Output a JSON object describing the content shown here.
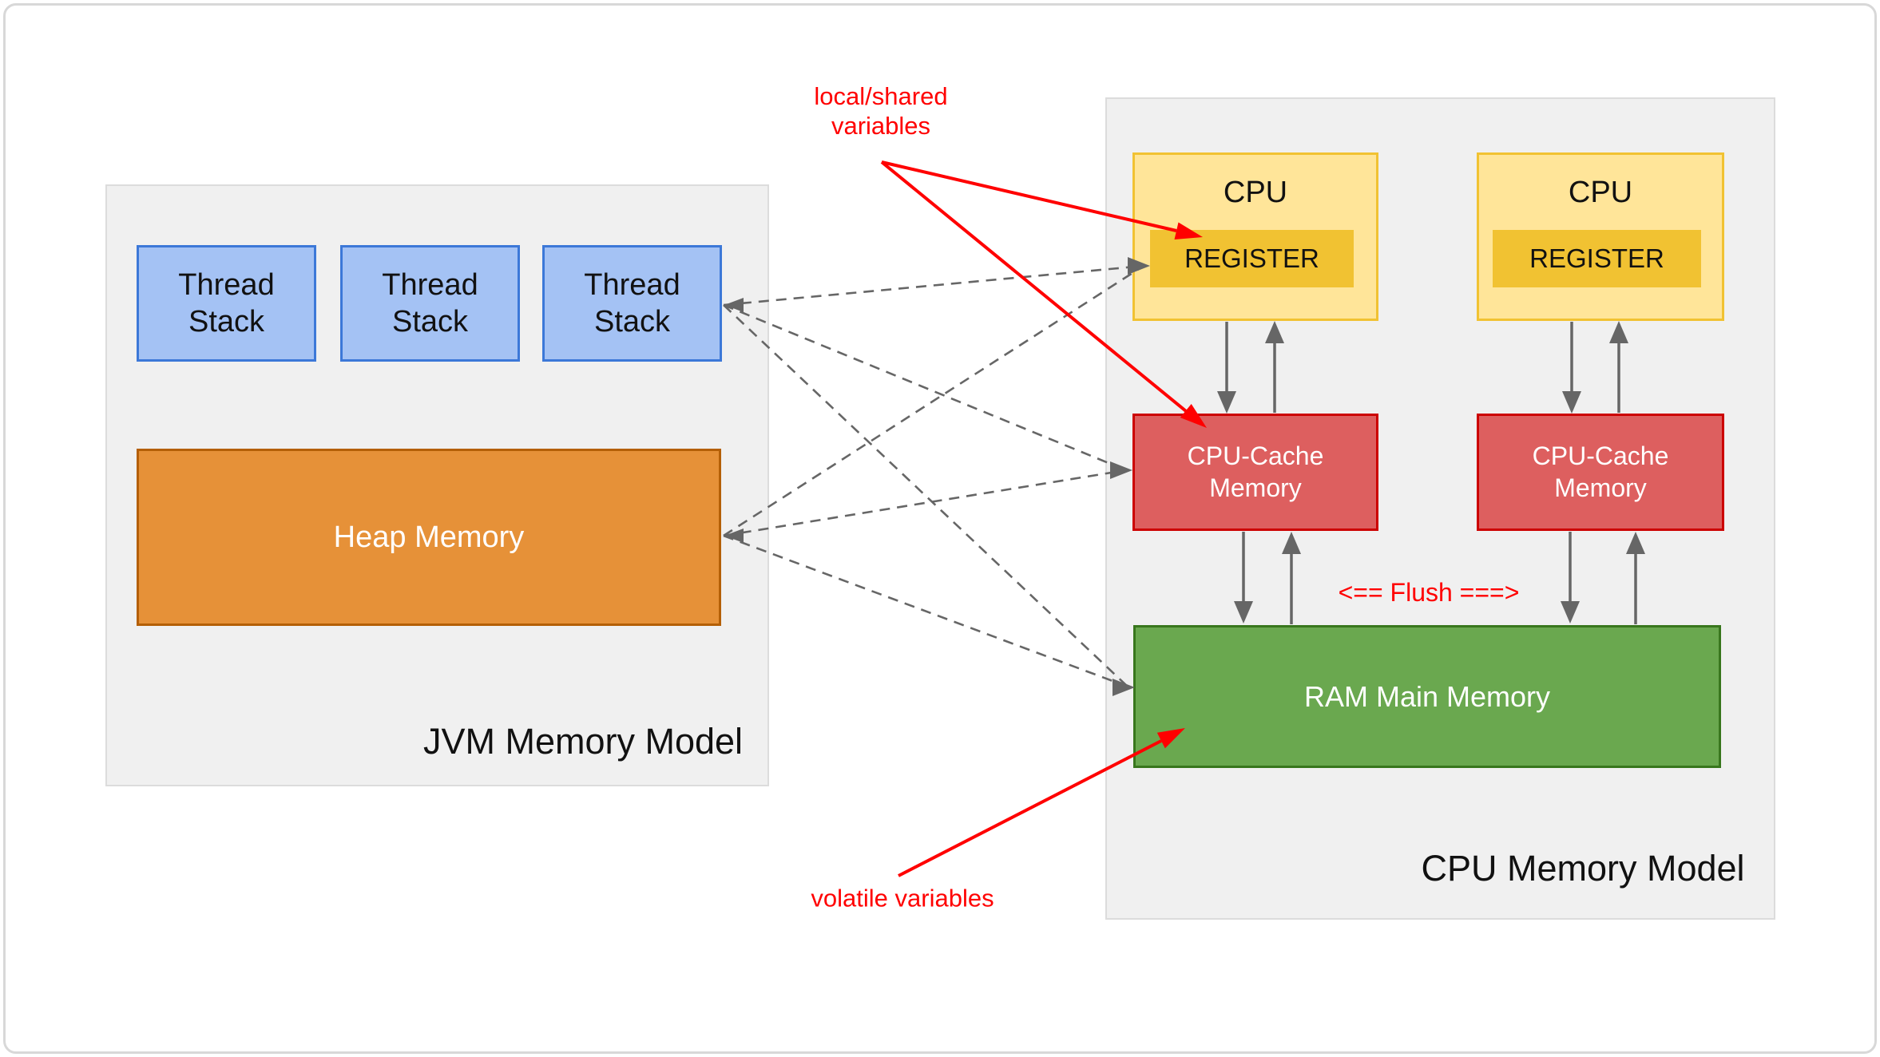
{
  "jvm": {
    "title": "JVM Memory Model",
    "thread_stacks": [
      "Thread Stack",
      "Thread Stack",
      "Thread Stack"
    ],
    "heap_label": "Heap Memory"
  },
  "cpu": {
    "title": "CPU Memory Model",
    "columns": [
      {
        "cpu_label": "CPU",
        "register_label": "REGISTER",
        "cache_label": "CPU-Cache Memory"
      },
      {
        "cpu_label": "CPU",
        "register_label": "REGISTER",
        "cache_label": "CPU-Cache Memory"
      }
    ],
    "ram_label": "RAM Main Memory"
  },
  "annotations": {
    "local_shared": "local/shared variables",
    "volatile": "volatile variables",
    "flush": "<== Flush ===>"
  },
  "colors": {
    "thread_stack_fill": "#A4C2F4",
    "thread_stack_border": "#3C78D8",
    "heap_fill": "#E69138",
    "heap_border": "#B45F06",
    "cpu_fill": "#FFE599",
    "cpu_border": "#F1C232",
    "register_fill": "#F1C232",
    "cache_fill": "#DD5F5F",
    "cache_border": "#CC0000",
    "ram_fill": "#6AA84F",
    "ram_border": "#38761D",
    "panel_fill": "#F0F0F0",
    "panel_border": "#DCDCDC",
    "annotation_red": "#FF0000",
    "arrow_gray": "#666666"
  }
}
